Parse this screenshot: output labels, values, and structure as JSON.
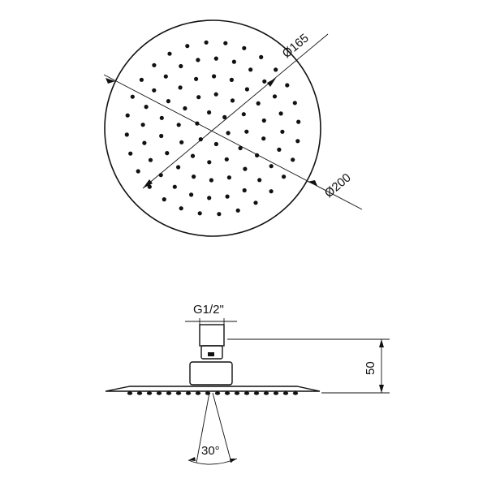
{
  "top_view": {
    "dim_inner_label": "Ø165",
    "dim_outer_label": "Ø200"
  },
  "side_view": {
    "thread_label": "G1/2\"",
    "height_label": "50",
    "angle_label": "30°"
  },
  "colors": {
    "ink": "#111111",
    "background": "#ffffff"
  }
}
